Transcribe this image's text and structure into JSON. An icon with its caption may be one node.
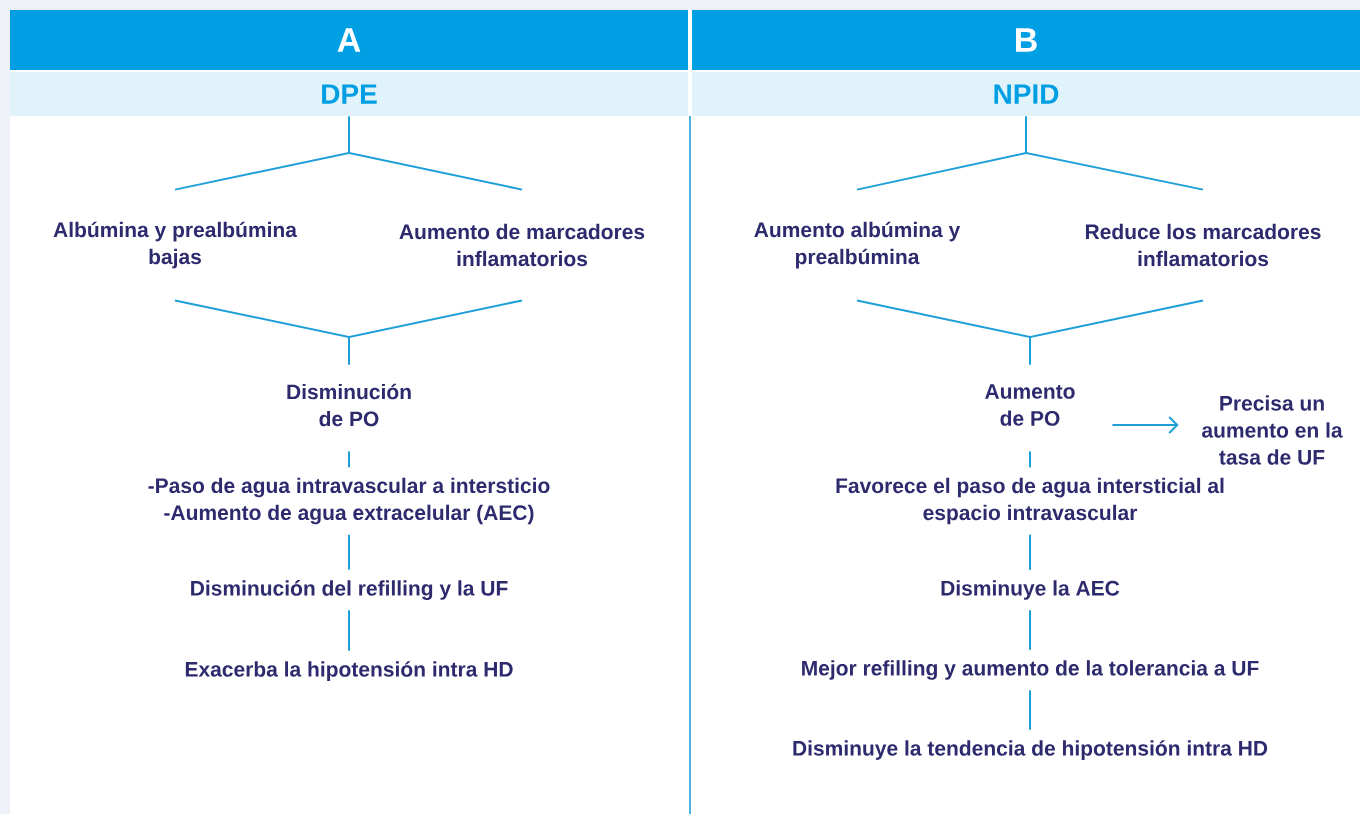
{
  "diagram": {
    "nodes": [
      {
        "text": [
          "A"
        ]
      },
      {
        "text": [
          "DPE"
        ]
      },
      {
        "text": [
          "Albúmina y prealbúmina bajas"
        ]
      },
      {
        "text": [
          "Aumento de marcadores inflamatorios"
        ]
      },
      {
        "text": [
          "Disminución de PO"
        ]
      },
      {
        "text": [
          "-Paso de agua intravascular a intersticio",
          "-Aumento de agua extracelular (AEC)"
        ]
      },
      {
        "text": [
          "Disminución del refilling y la UF"
        ]
      },
      {
        "text": [
          "Exacerba la hipotensión intra HD"
        ]
      },
      {
        "text": [
          "B"
        ]
      },
      {
        "text": [
          "NPID"
        ]
      },
      {
        "text": [
          "Aumento albúmina y prealbúmina"
        ]
      },
      {
        "text": [
          "Reduce los marcadores inflamatorios"
        ]
      },
      {
        "text": [
          "Aumento de PO"
        ]
      },
      {
        "text": [
          "Precisa un aumento en la tasa de UF"
        ]
      },
      {
        "text": [
          "Favorece el paso de agua intersticial al espacio intravascular"
        ]
      },
      {
        "text": [
          "Disminuye la AEC"
        ]
      },
      {
        "text": [
          "Mejor refilling y aumento de la tolerancia a UF"
        ]
      },
      {
        "text": [
          "Disminuye la tendencia de hipotensión intra HD"
        ]
      }
    ],
    "edges": [
      {
        "from": 1,
        "to": 2,
        "arrow": "none"
      },
      {
        "from": 1,
        "to": 3,
        "arrow": "none"
      },
      {
        "from": 2,
        "to": 4,
        "arrow": "none"
      },
      {
        "from": 3,
        "to": 4,
        "arrow": "none"
      },
      {
        "from": 4,
        "to": 5,
        "arrow": "none"
      },
      {
        "from": 5,
        "to": 6,
        "arrow": "none"
      },
      {
        "from": 6,
        "to": 7,
        "arrow": "none"
      },
      {
        "from": 9,
        "to": 10,
        "arrow": "none"
      },
      {
        "from": 9,
        "to": 11,
        "arrow": "none"
      },
      {
        "from": 10,
        "to": 12,
        "arrow": "none"
      },
      {
        "from": 11,
        "to": 12,
        "arrow": "none"
      },
      {
        "from": 12,
        "to": 13,
        "arrow": "to"
      },
      {
        "from": 12,
        "to": 14,
        "arrow": "none"
      },
      {
        "from": 14,
        "to": 15,
        "arrow": "none"
      },
      {
        "from": 15,
        "to": 16,
        "arrow": "none"
      },
      {
        "from": 16,
        "to": 17,
        "arrow": "none"
      }
    ]
  }
}
